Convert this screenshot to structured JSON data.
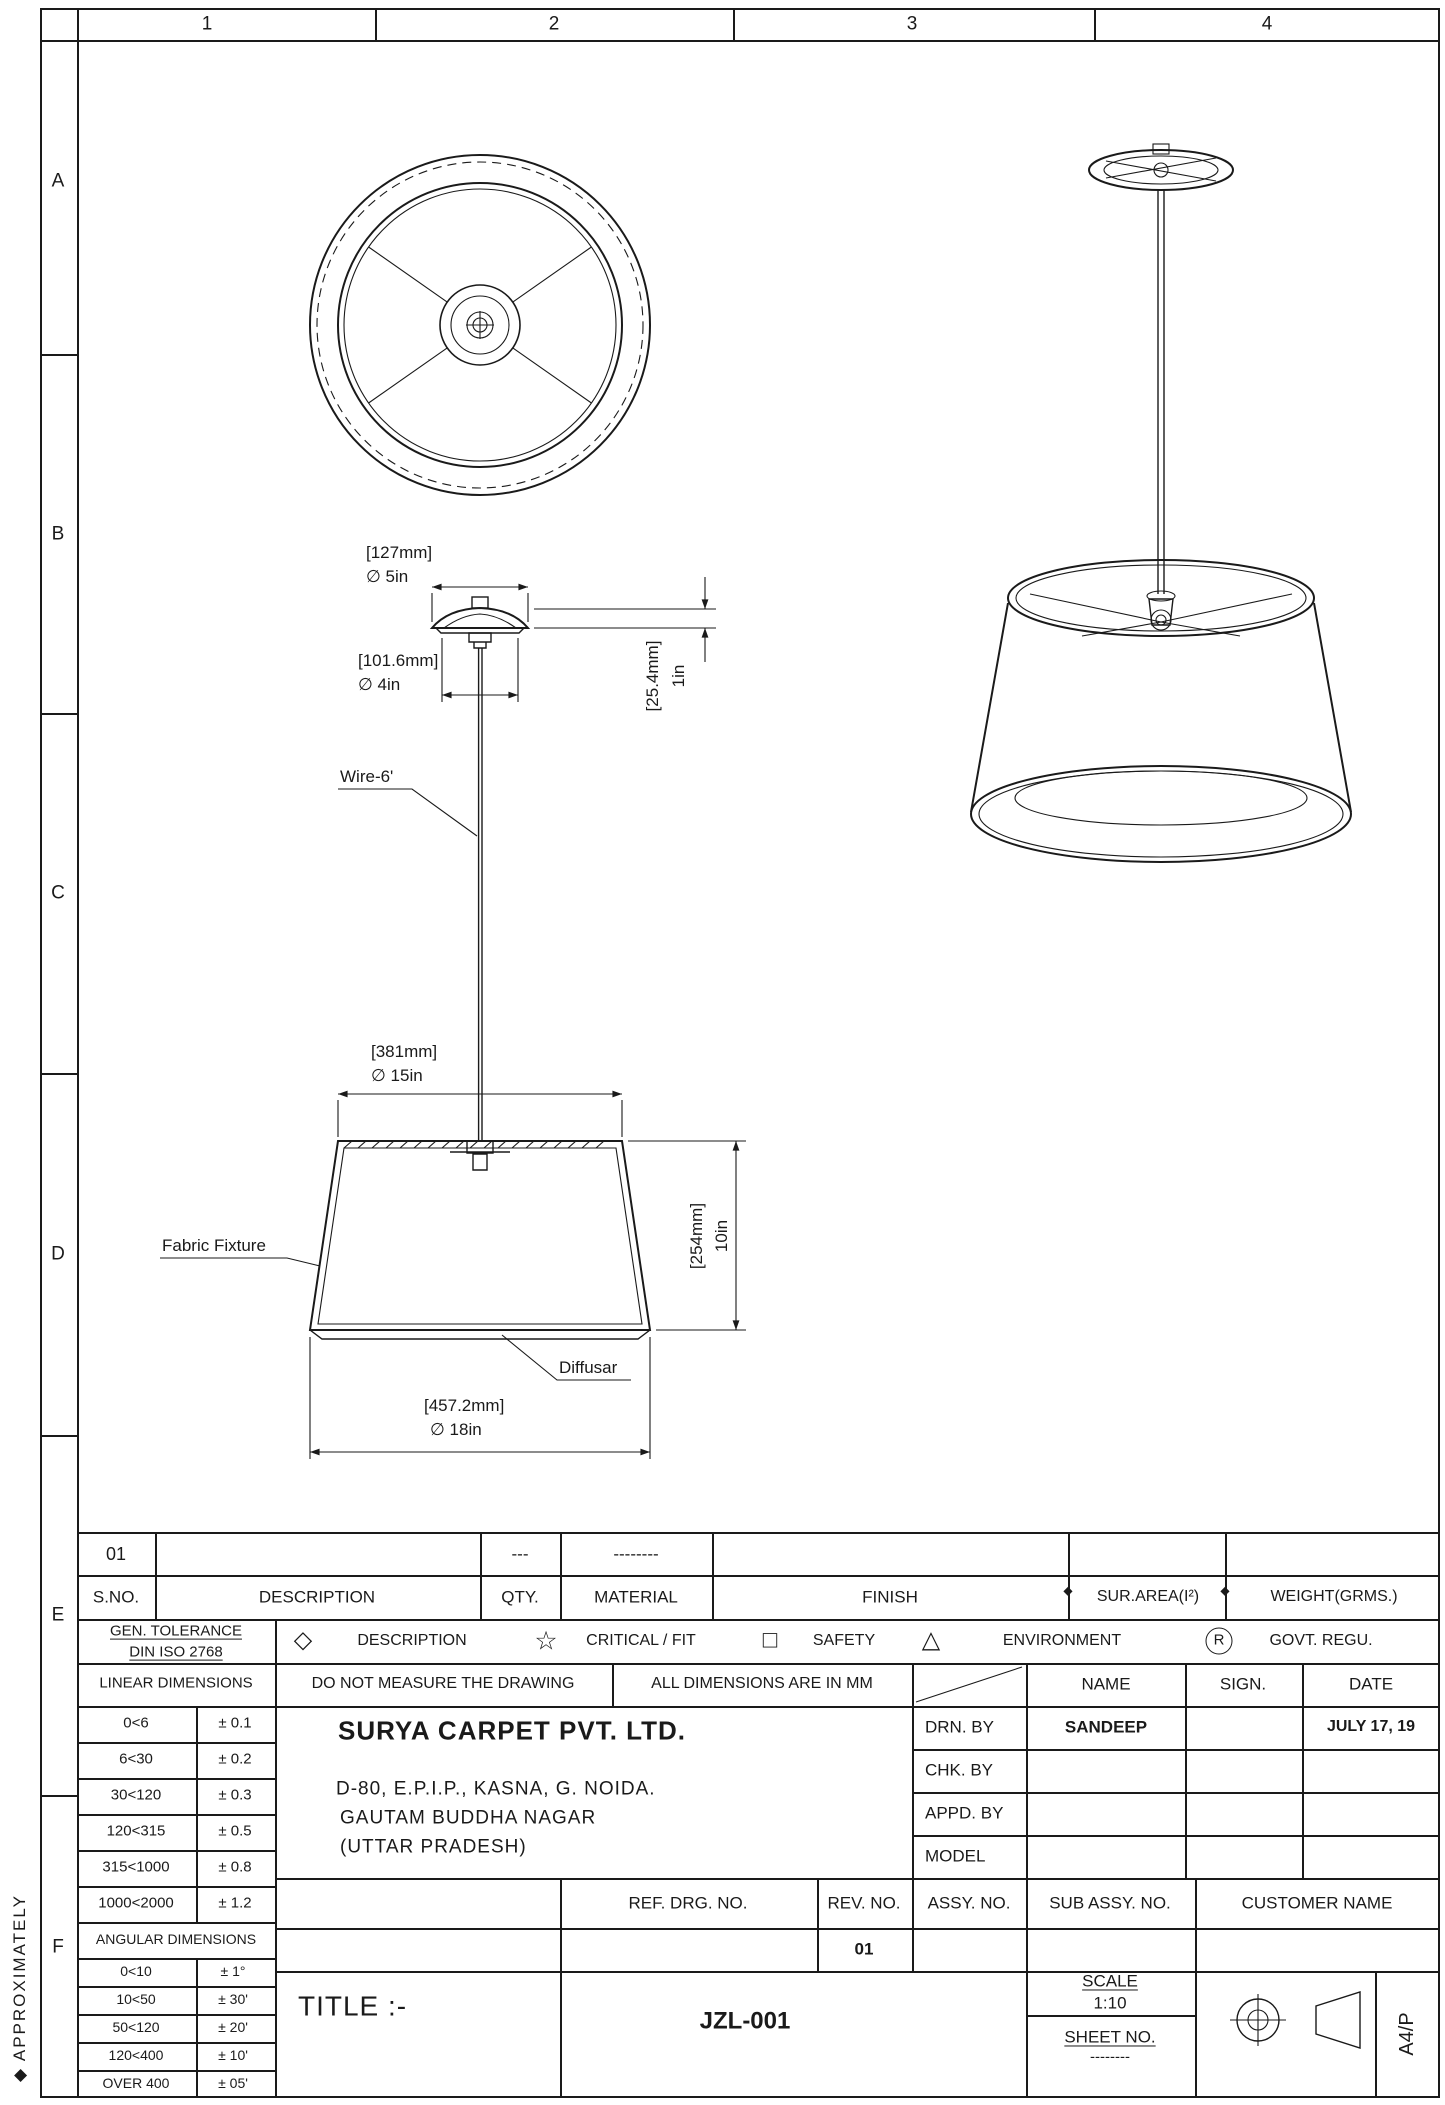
{
  "frame": {
    "col_labels": [
      "1",
      "2",
      "3",
      "4"
    ],
    "row_labels": [
      "A",
      "B",
      "C",
      "D",
      "E",
      "F"
    ],
    "margin_note": "◆ APPROXIMATELY"
  },
  "drawing": {
    "labels": {
      "canopy_mm": "[127mm]",
      "canopy_in": "∅ 5in",
      "plate_mm": "[101.6mm]",
      "plate_in": "∅ 4in",
      "canopy_h_mm": "[25.4mm]",
      "canopy_h_in": "1in",
      "wire": "Wire-6'",
      "shade_top_mm": "[381mm]",
      "shade_top_in": "∅ 15in",
      "shade_h_mm": "[254mm]",
      "shade_h_in": "10in",
      "fabric": "Fabric Fixture",
      "diffuser": "Diffusar",
      "shade_bottom_mm": "[457.2mm]",
      "shade_bottom_in": "∅ 18in"
    }
  },
  "parts_row": {
    "sno": "01",
    "description": "",
    "qty": "---",
    "material": "--------"
  },
  "parts_headers": {
    "sno": "S.NO.",
    "description": "DESCRIPTION",
    "qty": "QTY.",
    "material": "MATERIAL",
    "finish": "FINISH",
    "sur_area": "SUR.AREA(I²)",
    "weight": "WEIGHT(GRMS.)",
    "diamond": "◆"
  },
  "tolerance_note": {
    "line1": "GEN. TOLERANCE",
    "line2": "DIN ISO 2768"
  },
  "symbol_legend": [
    {
      "icon": "◇",
      "label": "DESCRIPTION"
    },
    {
      "icon": "☆",
      "label": "CRITICAL / FIT"
    },
    {
      "icon": "□",
      "label": "SAFETY"
    },
    {
      "icon": "△",
      "label": "ENVIRONMENT"
    },
    {
      "icon": "R",
      "label": "GOVT. REGU."
    }
  ],
  "notes_row": {
    "linear": "LINEAR DIMENSIONS",
    "no_measure": "DO NOT MEASURE THE DRAWING",
    "units": "ALL DIMENSIONS ARE IN MM",
    "name": "NAME",
    "sign": "SIGN.",
    "date": "DATE"
  },
  "linear_tolerances": [
    {
      "range": "0<6",
      "tol": "± 0.1"
    },
    {
      "range": "6<30",
      "tol": "± 0.2"
    },
    {
      "range": "30<120",
      "tol": "± 0.3"
    },
    {
      "range": "120<315",
      "tol": "± 0.5"
    },
    {
      "range": "315<1000",
      "tol": "± 0.8"
    },
    {
      "range": "1000<2000",
      "tol": "± 1.2"
    }
  ],
  "company": {
    "name": "SURYA CARPET PVT. LTD.",
    "address1": "D-80, E.P.I.P., KASNA, G. NOIDA.",
    "address2": "GAUTAM BUDDHA NAGAR",
    "address3": "(UTTAR PRADESH)"
  },
  "approvals": {
    "drn_label": "DRN. BY",
    "drn_name": "SANDEEP",
    "drn_date": "JULY 17, 19",
    "chk_label": "CHK. BY",
    "appd_label": "APPD. BY",
    "model_label": "MODEL"
  },
  "ref_row": {
    "ref": "REF. DRG. NO.",
    "rev": "REV. NO.",
    "assy": "ASSY. NO.",
    "sub_assy": "SUB ASSY. NO.",
    "customer": "CUSTOMER NAME",
    "rev_value": "01"
  },
  "angular": {
    "header": "ANGULAR DIMENSIONS",
    "rows": [
      {
        "range": "0<10",
        "tol": "± 1°"
      },
      {
        "range": "10<50",
        "tol": "± 30'"
      },
      {
        "range": "50<120",
        "tol": "± 20'"
      },
      {
        "range": "120<400",
        "tol": "± 10'"
      },
      {
        "range": "OVER 400",
        "tol": "± 05'"
      }
    ]
  },
  "title_block": {
    "title_label": "TITLE :-",
    "drawing_no": "JZL-001",
    "scale_label": "SCALE",
    "scale_value": "1:10",
    "sheet_label": "SHEET NO.",
    "sheet_value": "--------",
    "paper_size": "A4/P"
  }
}
